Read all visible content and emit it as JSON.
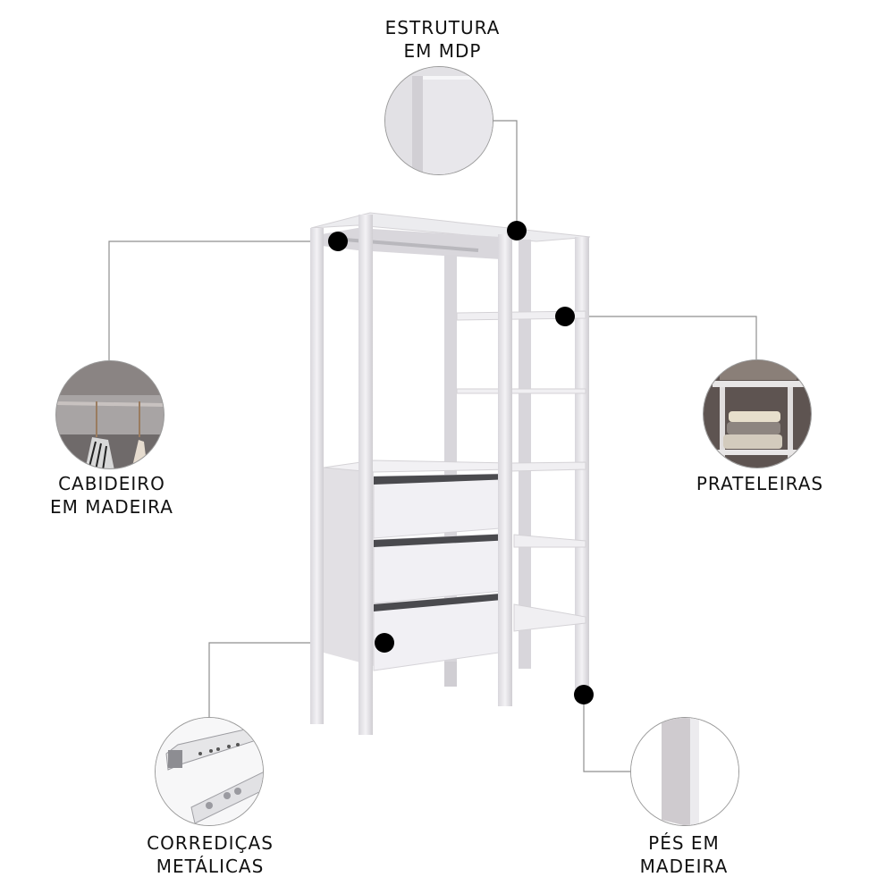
{
  "features": [
    {
      "id": "estrutura",
      "line1": "ESTRUTURA",
      "line2": "EM MDP",
      "icon": "mdp-panel-detail"
    },
    {
      "id": "cabideiro",
      "line1": "CABIDEIRO",
      "line2": "EM MADEIRA",
      "icon": "hanging-rail-detail"
    },
    {
      "id": "prateleiras",
      "line1": "PRATELEIRAS",
      "line2": "",
      "icon": "shelves-detail"
    },
    {
      "id": "corredicas",
      "line1": "CORREDIÇAS",
      "line2": "METÁLICAS",
      "icon": "metal-drawer-slide-detail"
    },
    {
      "id": "pes",
      "line1": "PÉS EM",
      "line2": "MADEIRA",
      "icon": "wooden-leg-detail"
    }
  ],
  "product": {
    "name": "wardrobe-organizer",
    "drawers": 3,
    "open_shelves": 5,
    "colors": {
      "body": "#e9e8ec",
      "shadow": "#c9c6cb",
      "drawer_slot": "#4a4a4e",
      "dot": "#000000",
      "leader_line": "#8f8f8f"
    }
  }
}
